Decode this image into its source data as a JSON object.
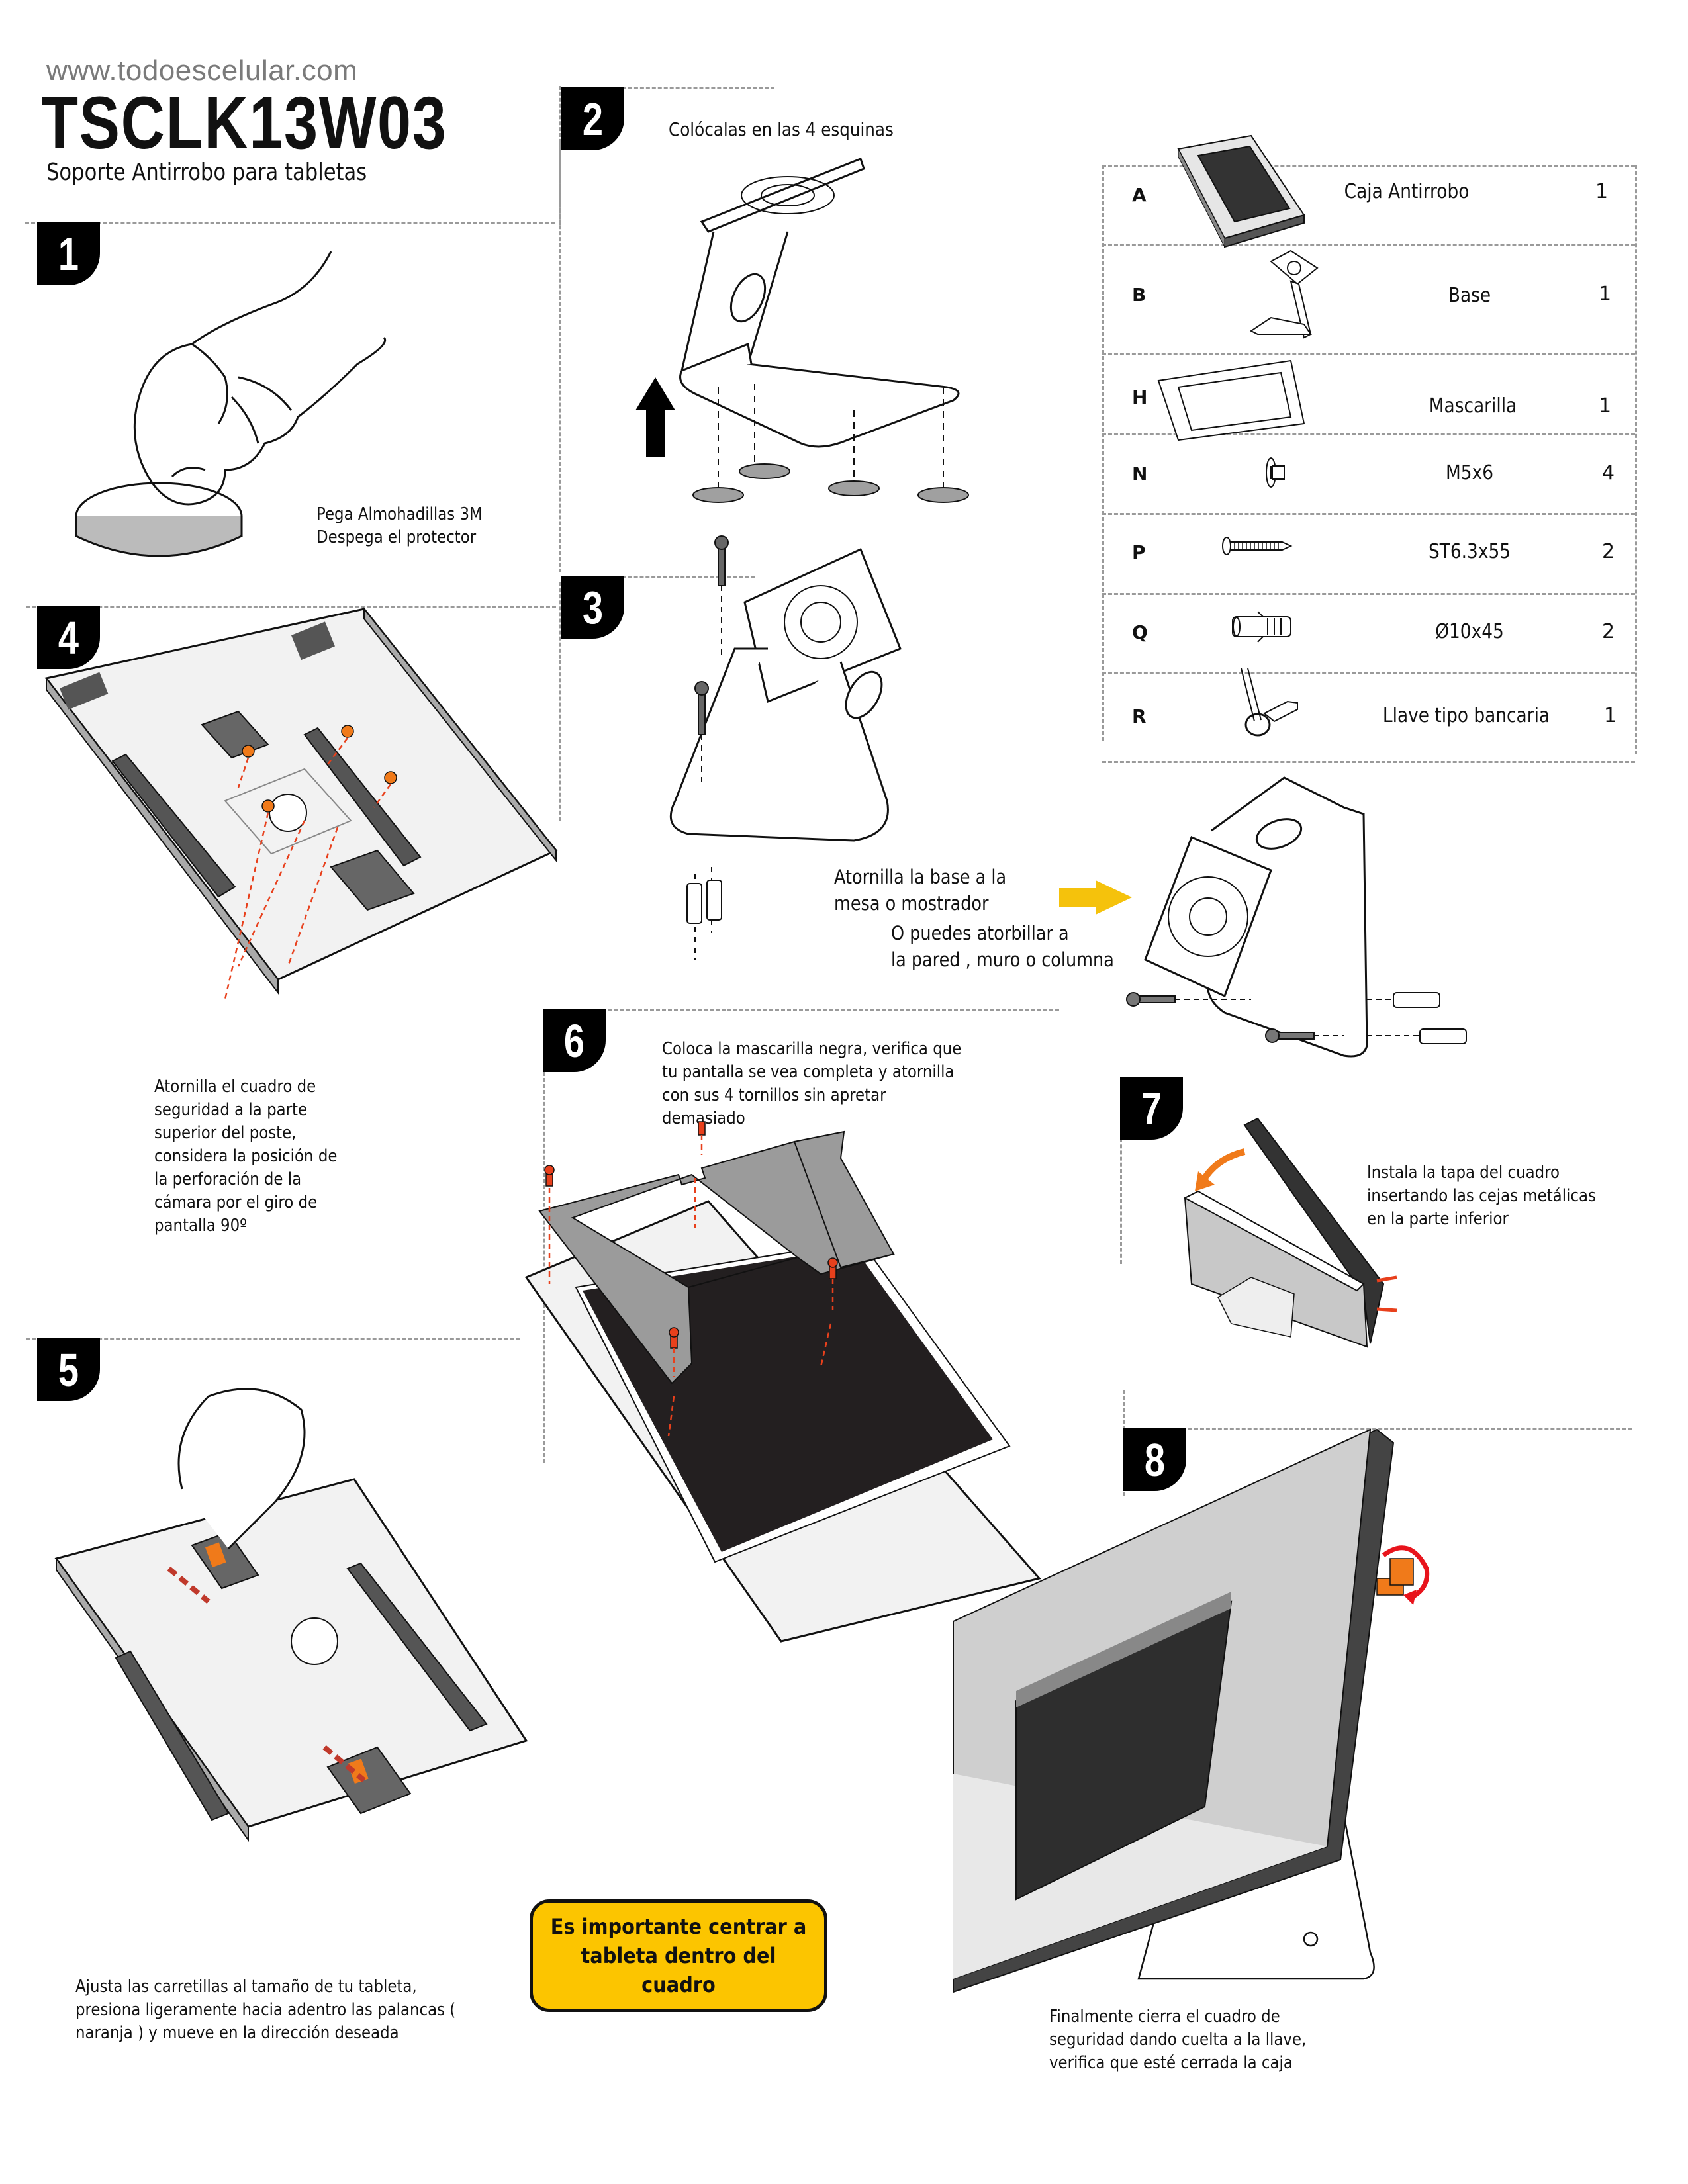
{
  "header": {
    "website": "www.todoescelular.com",
    "model": "TSCLK13W03",
    "subtitle": "Soporte Antirrobo para tabletas"
  },
  "steps": [
    {
      "number": "1",
      "caption": "Pega Almohadillas 3M\n Despega el protector"
    },
    {
      "number": "2",
      "caption": "Colócalas en las 4 esquinas"
    },
    {
      "number": "3",
      "caption": "Atornilla la base a la\nmesa o mostrador",
      "caption_alt": "O puedes atorbillar a\nla pared , muro o columna"
    },
    {
      "number": "4",
      "caption": "Atornilla el cuadro de\nseguridad a la parte\nsuperior del poste,\nconsidera la posición de\nla perforación de la\ncámara por el giro de\npantalla 90º"
    },
    {
      "number": "5",
      "caption": "Ajusta las carretillas al tamaño de tu tableta,\npresiona ligeramente hacia adentro las palancas (\nnaranja ) y mueve en la dirección deseada"
    },
    {
      "number": "6",
      "caption": "Coloca la mascarilla negra, verifica que\ntu pantalla se vea completa y atornilla\ncon sus 4 tornillos sin apretar\ndemasiado"
    },
    {
      "number": "7",
      "caption": "Instala la tapa del cuadro\n    insertando las cejas metálicas\n        en la parte inferior"
    },
    {
      "number": "8",
      "caption": "Finalmente cierra el cuadro de\nseguridad dando cuelta a la llave,\nverifica que esté cerrada la caja"
    }
  ],
  "parts": [
    {
      "letter": "A",
      "name": "Caja Antirrobo",
      "qty": "1",
      "icon": "security-box-icon"
    },
    {
      "letter": "B",
      "name": "Base",
      "qty": "1",
      "icon": "stand-base-icon"
    },
    {
      "letter": "H",
      "name": "Mascarilla",
      "qty": "1",
      "icon": "mask-frame-icon"
    },
    {
      "letter": "N",
      "name": "M5x6",
      "qty": "4",
      "icon": "machine-screw-icon"
    },
    {
      "letter": "P",
      "name": "ST6.3x55",
      "qty": "2",
      "icon": "wood-screw-icon"
    },
    {
      "letter": "Q",
      "name": "Ø10x45",
      "qty": "2",
      "icon": "wall-anchor-icon"
    },
    {
      "letter": "R",
      "name": "Llave tipo bancaria",
      "qty": "1",
      "icon": "keys-icon"
    }
  ],
  "notice": "Es importante centrar a\ntableta dentro del cuadro",
  "colors": {
    "accent_orange": "#f07a1a",
    "accent_red": "#e8401c",
    "notice_yellow": "#fcc500",
    "arrow_yellow": "#f5c20c",
    "dark_panel": "#2e2e2e",
    "frame_gray": "#cfcfcf"
  }
}
